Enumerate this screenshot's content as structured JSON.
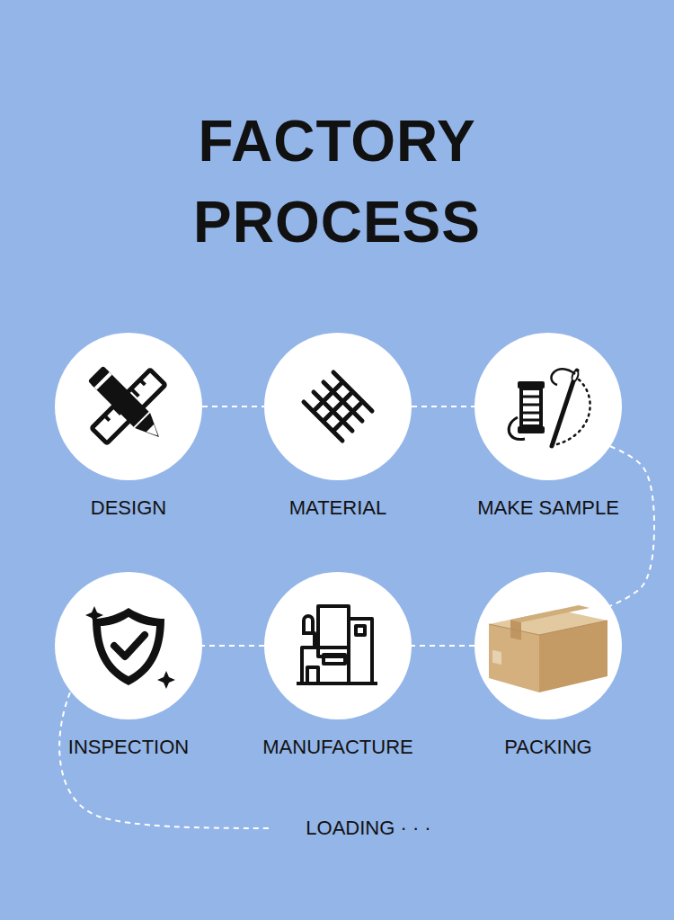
{
  "diagram": {
    "title": "FACTORY PROCESS",
    "nodes": [
      {
        "text": [
          "DESIGN"
        ]
      },
      {
        "text": [
          "MATERIAL"
        ]
      },
      {
        "text": [
          "MAKE SAMPLE"
        ]
      },
      {
        "text": [
          "INSPECTION"
        ]
      },
      {
        "text": [
          "MANUFACTURE"
        ]
      },
      {
        "text": [
          "PACKING"
        ]
      }
    ],
    "edges": [
      {
        "from": 0,
        "to": 1,
        "arrow": "none"
      },
      {
        "from": 1,
        "to": 2,
        "arrow": "none"
      },
      {
        "from": 2,
        "to": 5,
        "arrow": "none"
      },
      {
        "from": 5,
        "to": 4,
        "arrow": "none"
      },
      {
        "from": 4,
        "to": 3,
        "arrow": "none"
      }
    ],
    "labels": [
      "LOADING · · ·"
    ]
  }
}
